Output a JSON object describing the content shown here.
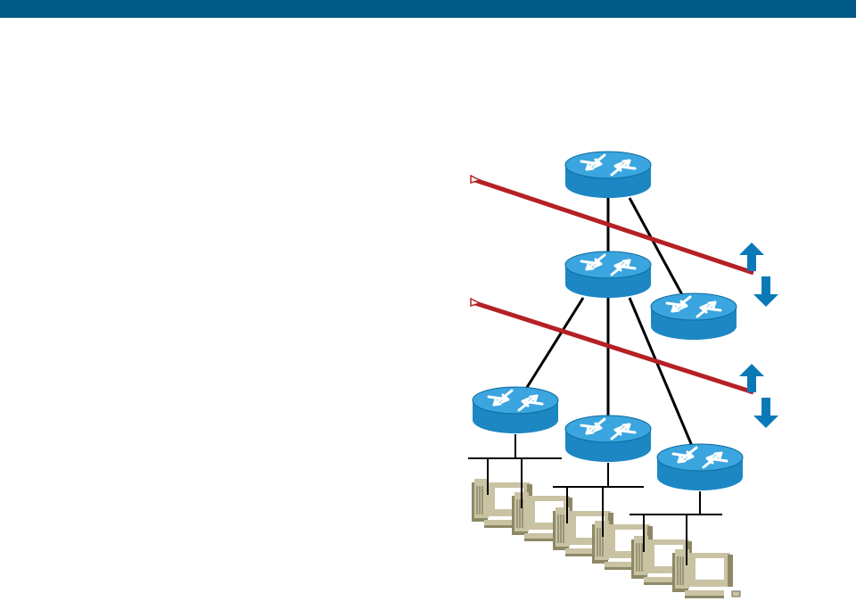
{
  "colors": {
    "header_bar": "#005a87",
    "router_top": "#3aa5de",
    "router_side": "#1d87c4",
    "router_arrow": "#ffffff",
    "link": "#000000",
    "boundary_line": "#b52025",
    "updown_arrow": "#0a79b8",
    "pc_body": "#c9c3a4",
    "pc_shadow": "#8d8866",
    "pc_screen": "#ffffff"
  },
  "diagram": {
    "node_types": {
      "router": "router-icon",
      "workstation": "workstation-icon",
      "arrow": "up-down-arrow-icon"
    },
    "routers": [
      {
        "id": "r-top"
      },
      {
        "id": "r-mid"
      },
      {
        "id": "r-right"
      },
      {
        "id": "r-left"
      },
      {
        "id": "r-center"
      },
      {
        "id": "r-bottom-right"
      }
    ],
    "links": [
      {
        "from": "r-top",
        "to": "r-mid"
      },
      {
        "from": "r-top",
        "to": "r-right"
      },
      {
        "from": "r-mid",
        "to": "r-left"
      },
      {
        "from": "r-mid",
        "to": "r-center"
      },
      {
        "from": "r-mid",
        "to": "r-bottom-right"
      }
    ],
    "boundaries": [
      {
        "id": "boundary-upper"
      },
      {
        "id": "boundary-lower"
      }
    ],
    "lans": [
      {
        "router": "r-left",
        "workstations": 2
      },
      {
        "router": "r-center",
        "workstations": 2
      },
      {
        "router": "r-bottom-right",
        "workstations": 2
      }
    ]
  }
}
